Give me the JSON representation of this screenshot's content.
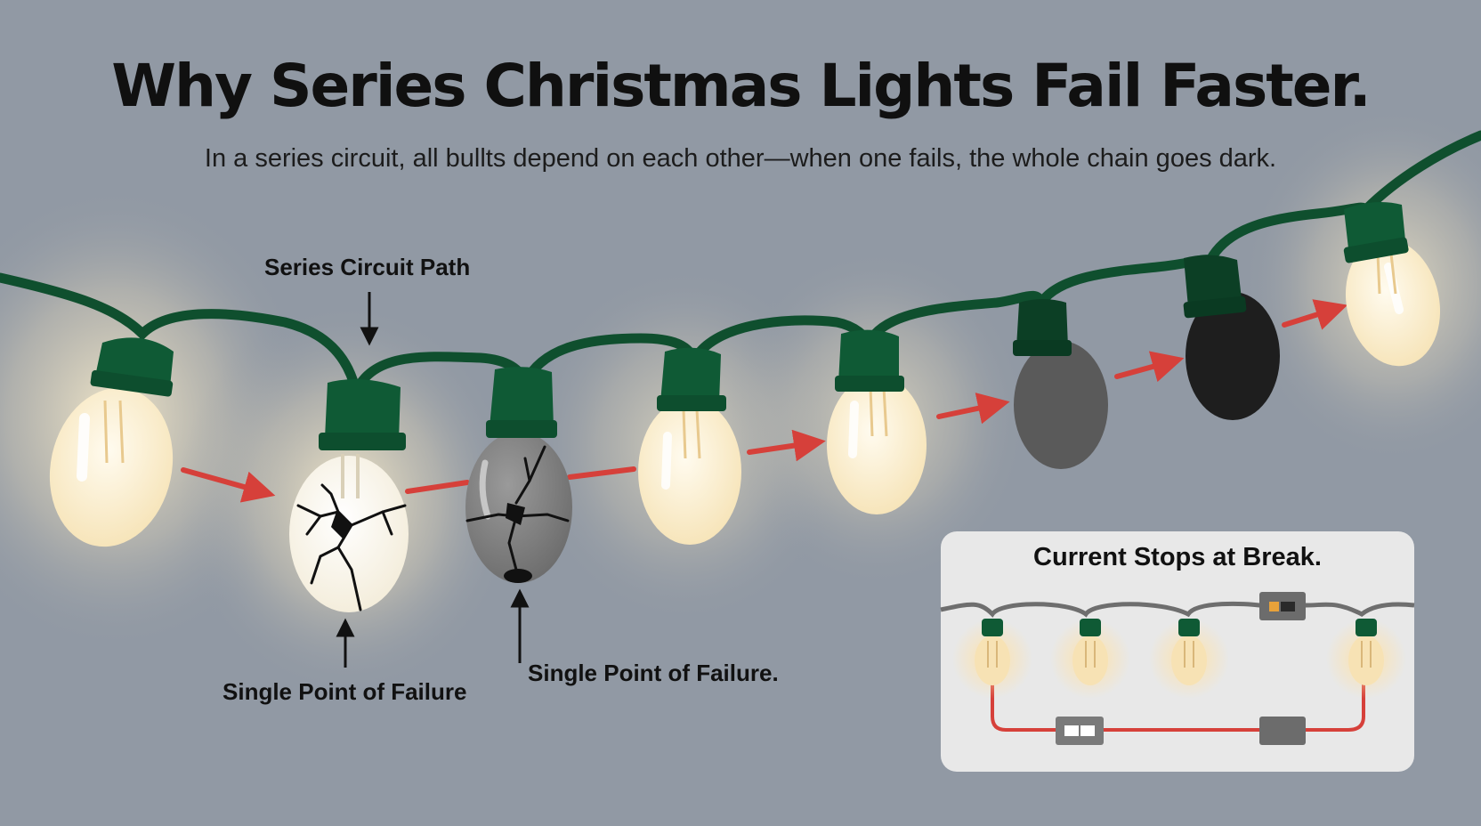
{
  "header": {
    "title": "Why Series Christmas Lights Fail Faster.",
    "subtitle": "In a series circuit, all bullts depend on each other—when one fails, the whole chain goes dark."
  },
  "labels": {
    "circuit_path": "Series Circuit Path",
    "failure_left": "Single Point of Failure",
    "failure_right": "Single Point of Failure."
  },
  "inset": {
    "title": "Current Stops at Break."
  },
  "colors": {
    "background": "#9199a4",
    "wire": "#0f4f2e",
    "socket": "#0f5a35",
    "bulb_lit": "#fbecc8",
    "bulb_dark": "#1e1e1e",
    "bulb_dim": "#5a5a5a",
    "arrow": "#d6403a"
  },
  "icons": [
    "arrow-right-icon",
    "arrow-up-icon",
    "arrow-down-icon",
    "crack-icon"
  ]
}
